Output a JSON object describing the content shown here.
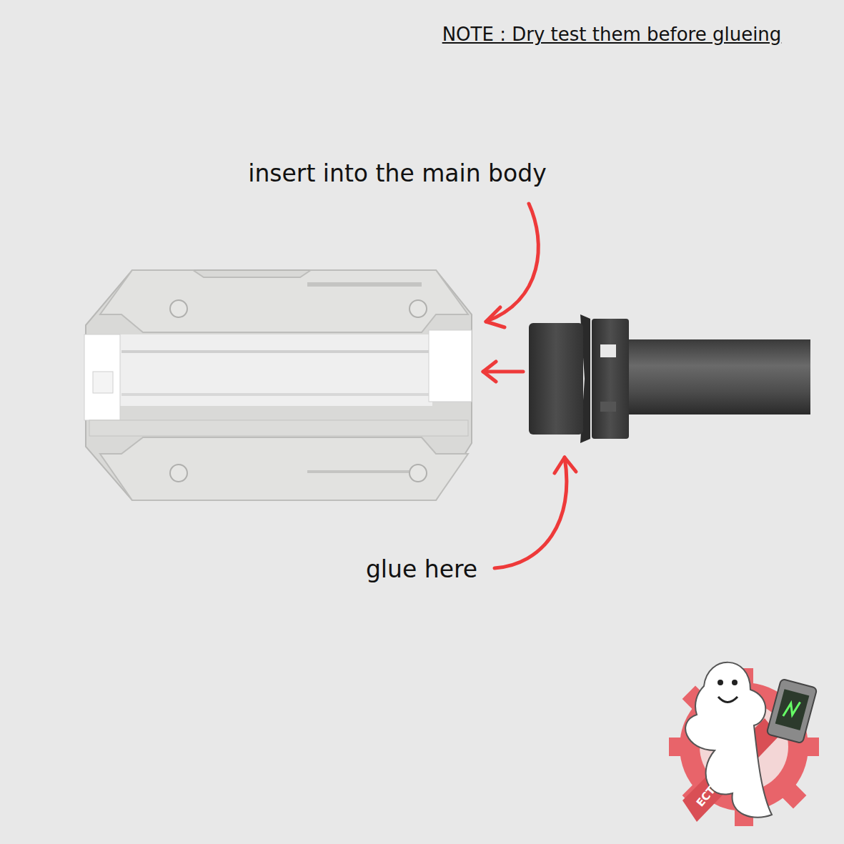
{
  "diagram": {
    "labels": [
      "NOTE : Dry test them before glueing",
      "insert into the main body",
      "glue here",
      "ECTOGEARS"
    ]
  }
}
